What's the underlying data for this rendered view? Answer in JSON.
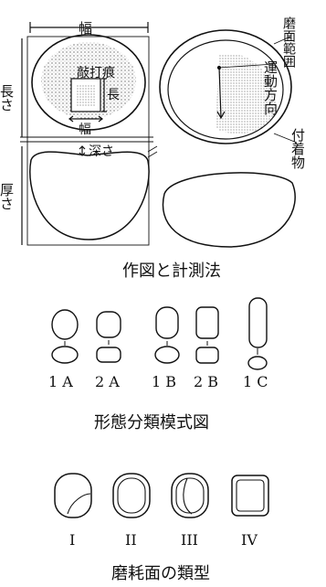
{
  "figure1": {
    "caption": "作図と計測法",
    "label_width": "幅",
    "label_length_left": "長さ",
    "label_pit": "敲打痕",
    "label_pit_length": "長",
    "label_pit_width": "幅",
    "label_depth": "深さ",
    "label_thickness": "厚さ",
    "label_wear_area": "磨面範囲",
    "label_motion_dir": "運動方向",
    "label_adhered": "付着物"
  },
  "figure2": {
    "caption": "形態分類模式図",
    "types": [
      "1 A",
      "2 A",
      "1 B",
      "2 B",
      "1 C"
    ]
  },
  "figure3": {
    "caption": "磨耗面の類型",
    "types": [
      "I",
      "II",
      "III",
      "IV"
    ]
  }
}
